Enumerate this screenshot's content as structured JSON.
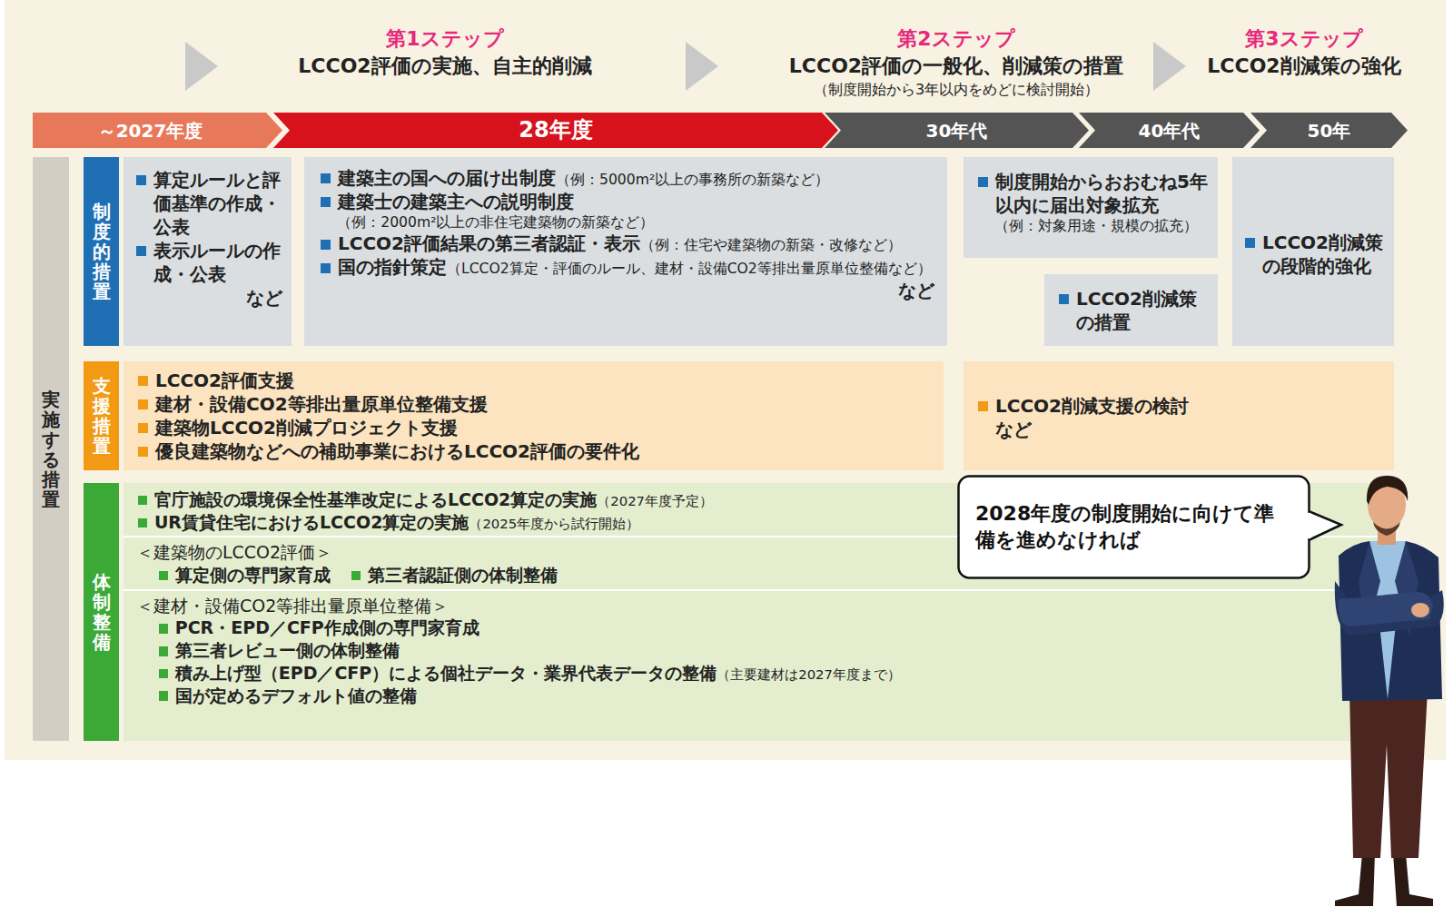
{
  "diagram": {
    "nodes": [
      {
        "text": [
          "～2027年度"
        ]
      },
      {
        "text": [
          "28年度"
        ]
      },
      {
        "text": [
          "30年代"
        ]
      },
      {
        "text": [
          "40年代"
        ]
      },
      {
        "text": [
          "50年"
        ]
      },
      {
        "text": [
          "実施する措置"
        ]
      },
      {
        "text": [
          "制度的措置"
        ]
      },
      {
        "text": [
          "算定ルールと評価基準の作成・公表",
          "表示ルールの作成・公表",
          "など"
        ]
      },
      {
        "text": [
          "建築主の国への届け出制度",
          "（例：5000m²以上の事務所の新築など）",
          "建築士の建築主への説明制度",
          "（例：2000m²以上の非住宅建築物の新築など）",
          "LCCO2評価結果の第三者認証・表示",
          "（例：住宅や建築物の新築・改修など）",
          "国の指針策定",
          "（LCCO2算定・評価のルール、建材・設備CO2等排出量原単位整備など）",
          "など"
        ]
      },
      {
        "text": [
          "制度開始からおおむね5年以内に届出対象拡充",
          "（例：対象用途・規模の拡充）"
        ]
      },
      {
        "text": [
          "LCCO2削減策の措置"
        ]
      },
      {
        "text": [
          "LCCO2削減策の段階的強化"
        ]
      },
      {
        "text": [
          "支援措置"
        ]
      },
      {
        "text": [
          "LCCO2評価支援",
          "建材・設備CO2等排出量原単位整備支援",
          "建築物LCCO2削減プロジェクト支援",
          "優良建築物などへの補助事業におけるLCCO2評価の要件化"
        ]
      },
      {
        "text": [
          "LCCO2削減支援の検討",
          "など"
        ]
      },
      {
        "text": [
          "体制整備"
        ]
      },
      {
        "text": [
          "官庁施設の環境保全性基準改定によるLCCO2算定の実施",
          "（2027年度予定）",
          "UR賃貸住宅におけるLCCO2算定の実施",
          "（2025年度から試行開始）",
          "＜建築物のLCCO2評価＞",
          "算定側の専門家育成",
          "第三者認証側の体制整備",
          "＜建材・設備CO2等排出量原単位整備＞",
          "PCR・EPD／CFP作成側の専門家育成",
          "第三者レビュー側の体制整備",
          "積み上げ型（EPD／CFP）による個社データ・業界代表データの整備",
          "（主要建材は2027年度まで）",
          "国が定めるデフォルト値の整備"
        ]
      },
      {
        "text": [
          "2028年度の制度開始に向けて準備を進めなければ"
        ]
      }
    ],
    "edges": [],
    "labels": [
      "第1ステップ",
      "LCCO2評価の実施、自主的削減",
      "第2ステップ",
      "LCCO2評価の一般化、削減策の措置",
      "（制度開始から3年以内をめどに検討開始）",
      "第3ステップ",
      "LCCO2削減策の強化"
    ]
  }
}
